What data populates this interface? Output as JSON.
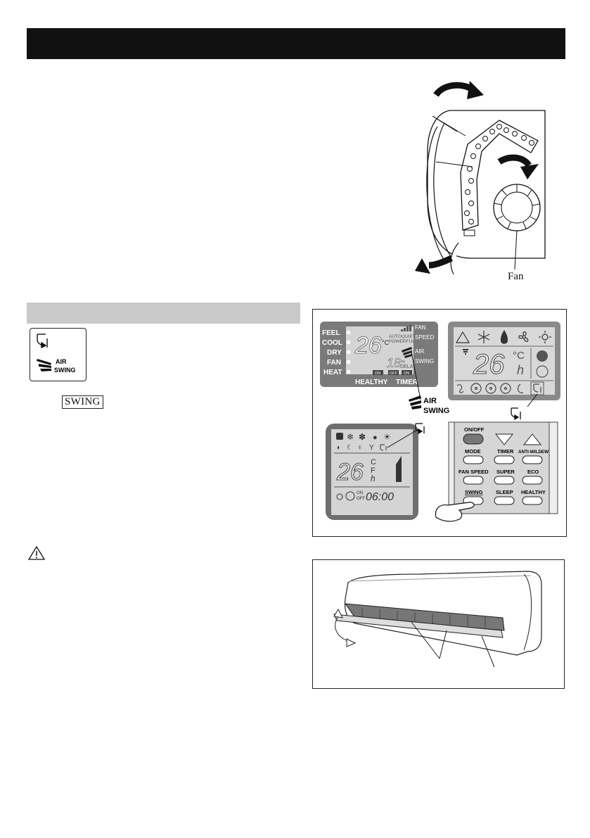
{
  "diagram": {
    "fan_label": "Fan"
  },
  "icon_box": {
    "air_label": "AIR",
    "swing_label": "SWING"
  },
  "body": {
    "swing_button_text": "SWING"
  },
  "lcd_main": {
    "modes": [
      "FEEL",
      "COOL",
      "DRY",
      "FAN",
      "HEAT"
    ],
    "temp": "26",
    "unit": "°C",
    "autoquiet": "AUTOQUIET",
    "powerful": "POWERFUL",
    "fan_speed": [
      "FAN",
      "SPEED"
    ],
    "air_swing": [
      "AIR",
      "SWING"
    ],
    "timer_value": "18",
    "hr": "hr",
    "delay": "DELAY",
    "on": "ON",
    "off": "OFF",
    "healthy": "HEALTHY",
    "timer": "TIMER"
  },
  "callout_air_swing": {
    "air": "AIR",
    "swing": "SWING"
  },
  "lcd_right": {
    "temp": "26",
    "unit_c": "°C",
    "unit_h": "h"
  },
  "lcd_small": {
    "temp": "26",
    "c": "C",
    "f": "F",
    "h": "h",
    "on": "ON",
    "off": "OFF",
    "time": "06:00"
  },
  "remote": {
    "buttons": [
      "ON/OFF",
      "MODE",
      "TIMER",
      "ANTI-WILDEW",
      "FAN SPEED",
      "SUPER",
      "ECO",
      "SWING",
      "SLEEP",
      "HEALTHY"
    ]
  }
}
